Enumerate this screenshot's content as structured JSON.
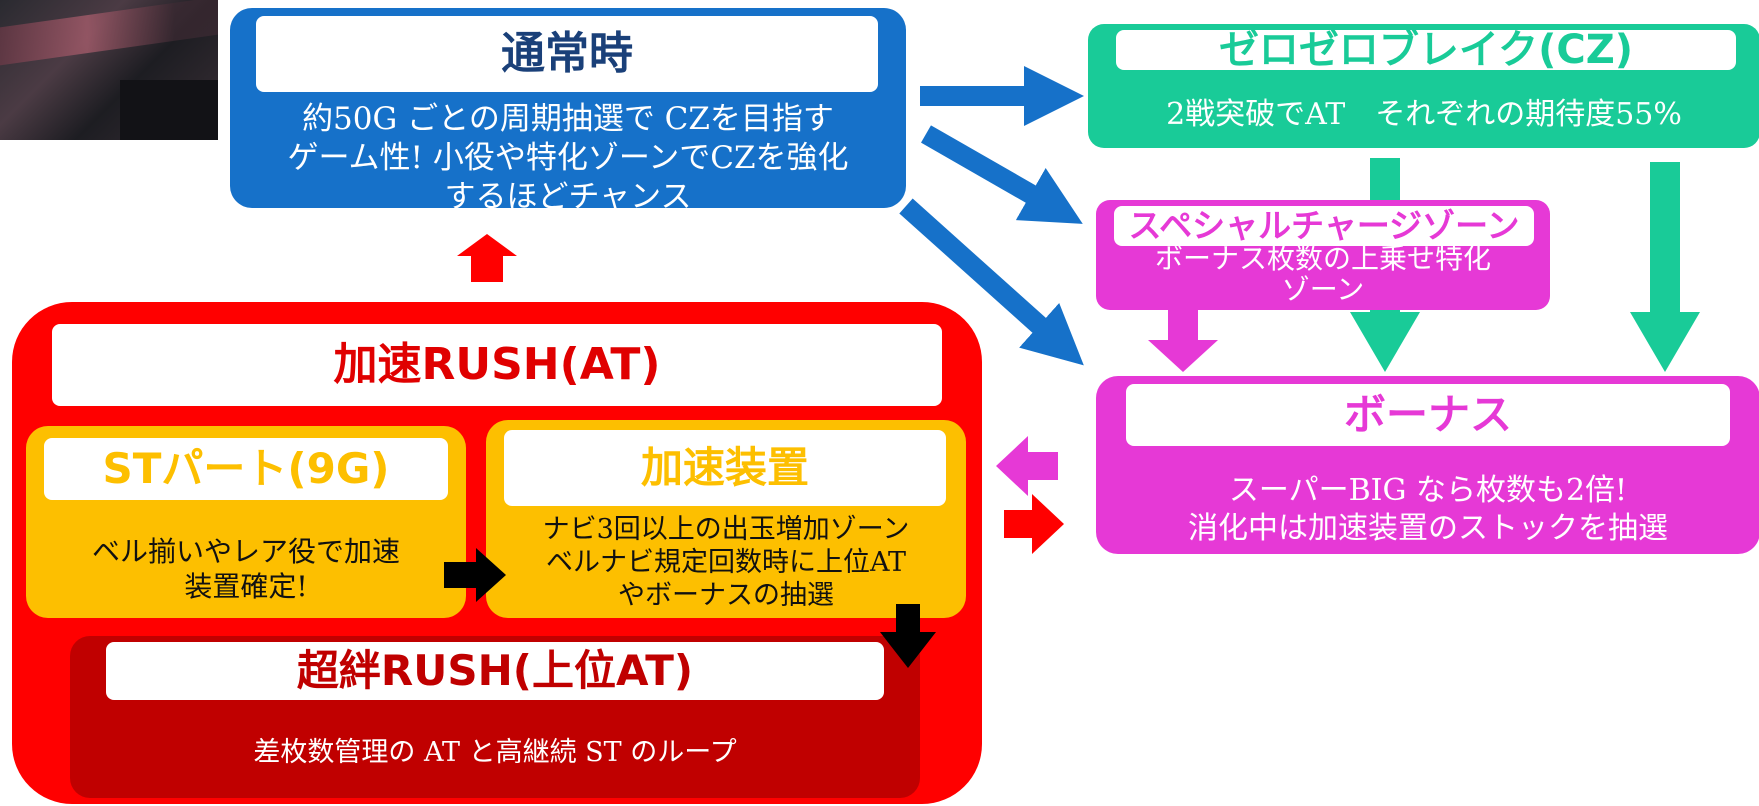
{
  "colors": {
    "normal": "#1671c9",
    "cz": "#19cb98",
    "special": "#e639d6",
    "bonus": "#e639d6",
    "rush": "#ff0000",
    "gold": "#fdbf00",
    "super_rush": "#c00000"
  },
  "normal": {
    "title": "通常時",
    "lines": [
      "約50G ごとの周期抽選で CZを目指す",
      "ゲーム性! 小役や特化ゾーンでCZを強化",
      "するほどチャンス"
    ]
  },
  "cz": {
    "title": "ゼロゼロブレイク(CZ)",
    "text": "2戦突破でAT　それぞれの期待度55%"
  },
  "special_zone": {
    "title": "スペシャルチャージゾーン",
    "lines": [
      "ボーナス枚数の上乗せ特化",
      "ゾーン"
    ]
  },
  "bonus": {
    "title": "ボーナス",
    "lines": [
      "スーパーBIG なら枚数も2倍!",
      "消化中は加速装置のストックを抽選"
    ]
  },
  "rush": {
    "title": "加速RUSH(AT)",
    "st_part": {
      "title": "STパート(9G)",
      "lines": [
        "ベル揃いやレア役で加速",
        "装置確定!"
      ]
    },
    "accelerator": {
      "title": "加速装置",
      "lines": [
        "ナビ3回以上の出玉増加ゾーン",
        "ベルナビ規定回数時に上位AT",
        "やボーナスの抽選"
      ]
    },
    "super_rush": {
      "title": "超絆RUSH(上位AT)",
      "text": "差枚数管理の AT と高継続 ST のループ"
    }
  }
}
